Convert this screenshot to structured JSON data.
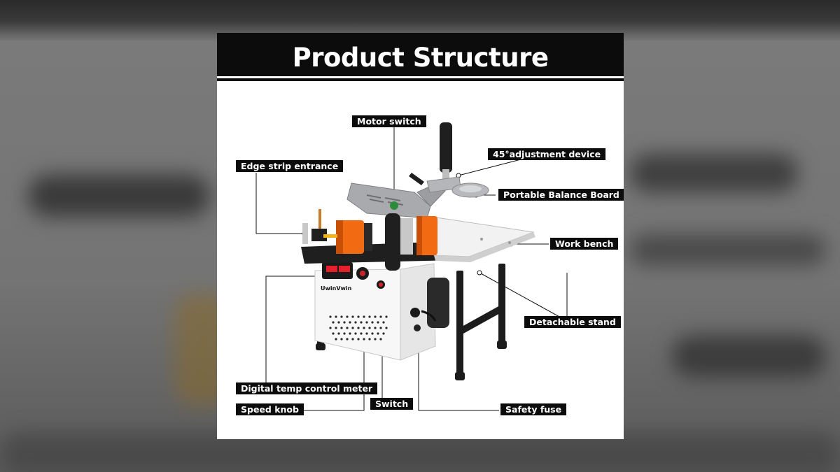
{
  "title": "Product Structure",
  "brand": "UwinVwin",
  "labels": {
    "motor_switch": "Motor switch",
    "adjustment_device": "45°adjustment device",
    "edge_strip_entrance": "Edge strip entrance",
    "portable_balance_board": "Portable Balance Board",
    "work_bench": "Work bench",
    "detachable_stand": "Detachable stand",
    "digital_temp_control_meter": "Digital temp control meter",
    "switch": "Switch",
    "speed_knob": "Speed knob",
    "safety_fuse": "Safety fuse"
  },
  "colors": {
    "label_bg": "#0c0c0c",
    "roller_orange": "#f26a12",
    "machine_grey": "#a9aaad"
  }
}
